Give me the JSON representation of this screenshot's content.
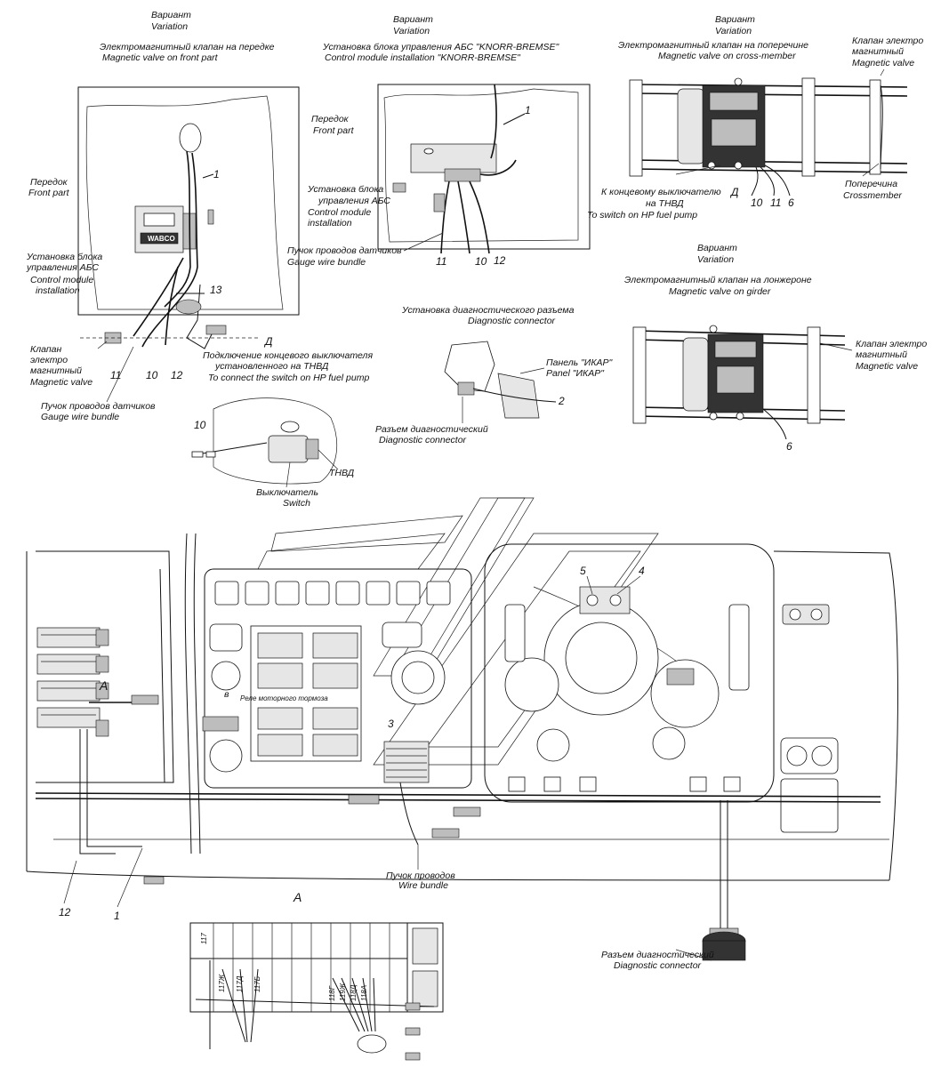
{
  "panels": {
    "front": {
      "variant": "Вариант",
      "variation": "Variation",
      "title_ru": "Электромагнитный клапан на передке",
      "title_en": "Magnetic valve on front part",
      "front_ru": "Передок",
      "front_en": "Front part",
      "abs_ru_1": "Установка блока",
      "abs_ru_2": "управления АБС",
      "abs_en_1": "Control module",
      "abs_en_2": "installation",
      "module_label": "WABCO",
      "valve_ru_1": "Клапан",
      "valve_ru_2": "электро",
      "valve_ru_3": "магнитный",
      "valve_en": "Magnetic valve",
      "gauge_ru": "Пучок проводов датчиков",
      "gauge_en": "Gauge wire bundle",
      "num_1": "1",
      "num_13": "13",
      "num_11": "11",
      "num_10": "10",
      "num_12": "12"
    },
    "knorr": {
      "variant": "Вариант",
      "variation": "Variation",
      "title_ru": "Установка блока управления АБС \"KNORR-BREMSE\"",
      "title_en": "Control module installation \"KNORR-BREMSE\"",
      "front_ru": "Передок",
      "front_en": "Front part",
      "abs_ru_1": "Установка блока",
      "abs_ru_2": "управления АБС",
      "abs_en_1": "Control module",
      "abs_en_2": "installation",
      "gauge_ru": "Пучок проводов датчиков",
      "gauge_en": "Gauge wire bundle",
      "num_1": "1",
      "num_11": "11",
      "num_10": "10",
      "num_12": "12"
    },
    "crossmember": {
      "variant": "Вариант",
      "variation": "Variation",
      "title_ru": "Электромагнитный клапан на поперечине",
      "title_en": "Magnetic valve on cross-member",
      "valve_ru_1": "Клапан электро",
      "valve_ru_2": "магнитный",
      "valve_en": "Magnetic valve",
      "switch_ru_1": "К концевому выключателю",
      "switch_ru_2": "на ТНВД",
      "switch_en": "To switch on HP fuel pump",
      "cross_ru": "Поперечина",
      "cross_en": "Crossmember",
      "letter_d": "Д",
      "num_10": "10",
      "num_11": "11",
      "num_6": "6"
    },
    "girder": {
      "variant": "Вариант",
      "variation": "Variation",
      "title_ru": "Электромагнитный клапан на лонжероне",
      "title_en": "Magnetic valve on girder",
      "valve_ru_1": "Клапан электро",
      "valve_ru_2": "магнитный",
      "valve_en": "Magnetic valve",
      "num_6": "6"
    },
    "diagnostic": {
      "title_ru": "Установка диагностического разъема",
      "title_en": "Diagnostic connector",
      "panel_ru": "Панель \"ИКАР\"",
      "panel_en": "Panel \"ИКАР\"",
      "conn_ru": "Разъем диагностический",
      "conn_en": "Diagnostic connector",
      "num_2": "2"
    },
    "switch_d": {
      "letter": "Д",
      "title_ru_1": "Подключение концевого выключателя",
      "title_ru_2": "установленного на ТНВД",
      "title_en": "To connect the switch on HP fuel pump",
      "switch_ru": "Выключатель",
      "switch_en": "Switch",
      "tnvd": "ТНВД",
      "num_10": "10"
    },
    "dashboard": {
      "letter_a": "A",
      "letter_v": "в",
      "relay_label": "Реле моторного тормоза",
      "num_3": "3",
      "num_4": "4",
      "num_5": "5",
      "num_12": "12",
      "num_1": "1",
      "bundle_ru": "Пучок проводов",
      "bundle_en": "Wire bundle",
      "diag_ru": "Разъем диагностический",
      "diag_en": "Diagnostic connector"
    },
    "detail_a": {
      "letter": "A",
      "codes": [
        "117",
        "117Ж",
        "117Д",
        "117Б",
        "118Г",
        "119Ж",
        "118Д",
        "118А"
      ]
    }
  }
}
